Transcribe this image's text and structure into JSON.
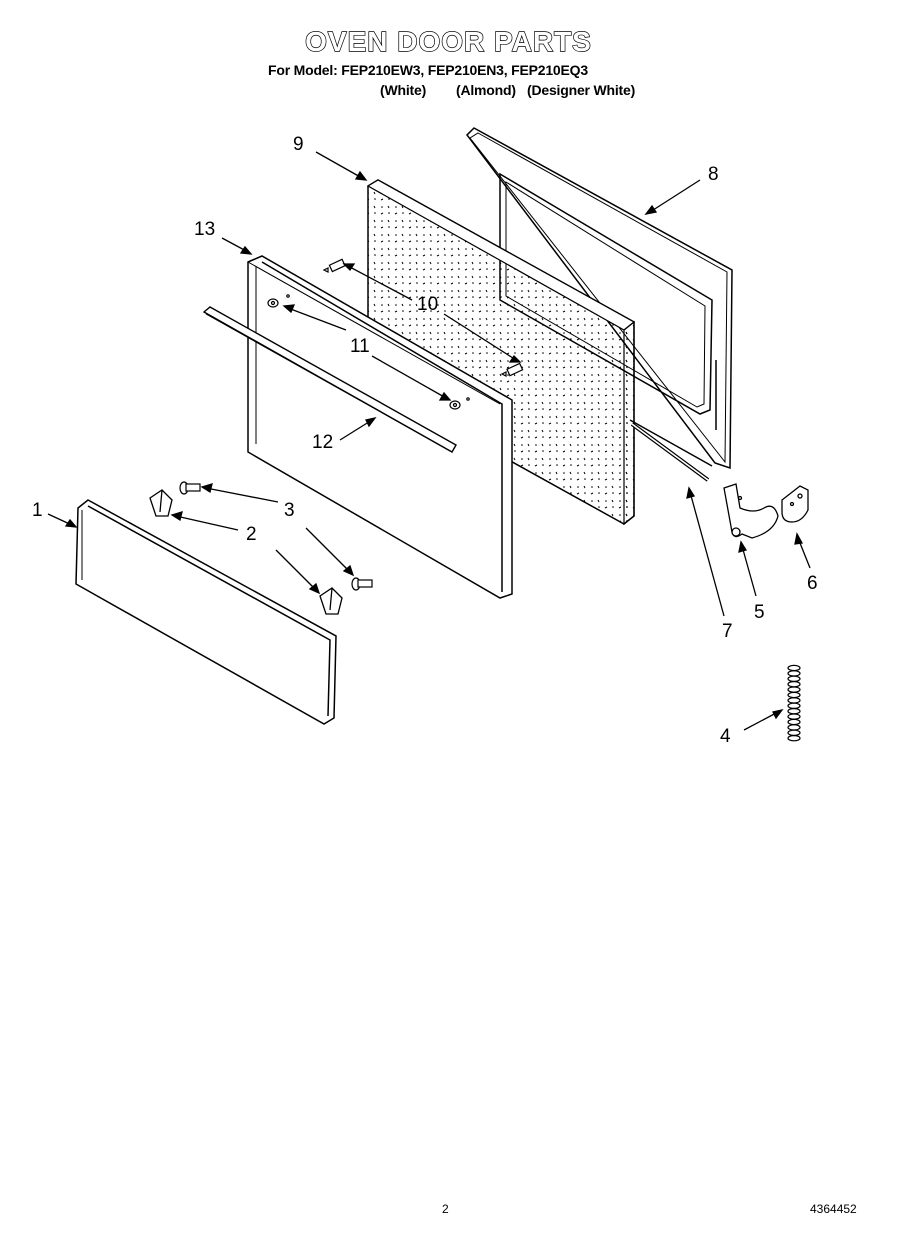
{
  "header": {
    "title": "OVEN DOOR PARTS",
    "models_line": "For Model: FEP210EW3, FEP210EN3, FEP210EQ3",
    "color_white": "(White)",
    "color_almond": "(Almond)",
    "color_designer": "(Designer White)"
  },
  "callouts": [
    "1",
    "2",
    "3",
    "4",
    "5",
    "6",
    "7",
    "8",
    "9",
    "10",
    "11",
    "12",
    "13"
  ],
  "footer": {
    "page_number": "2",
    "doc_number": "4364452"
  }
}
